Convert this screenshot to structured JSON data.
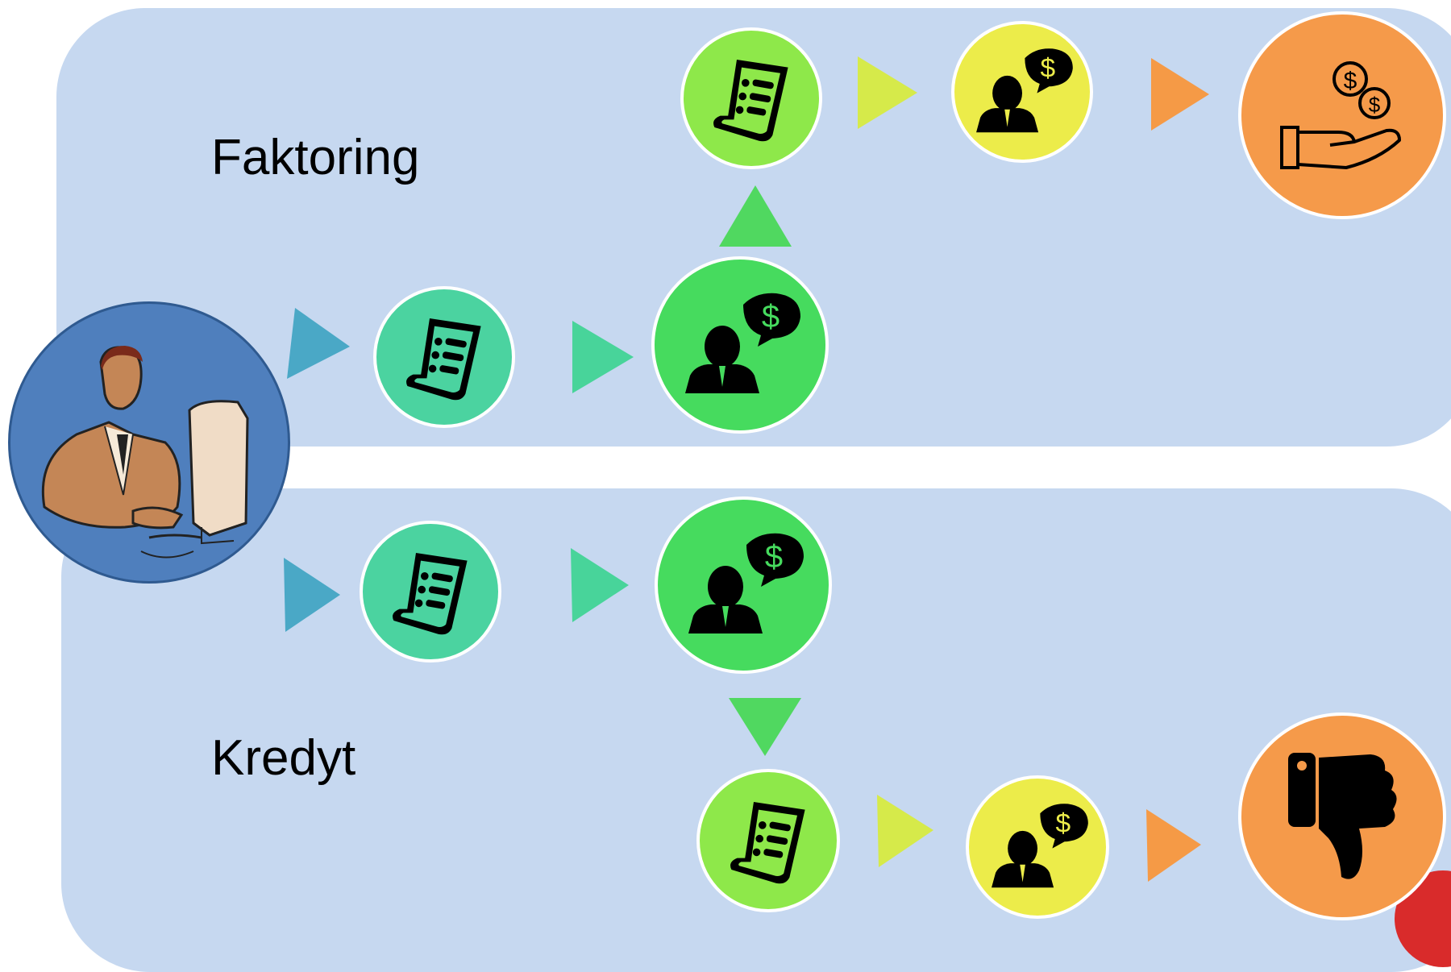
{
  "labels": {
    "top": "Faktoring",
    "bottom": "Kredyt"
  },
  "colors": {
    "panel": "#c6d8f0",
    "teal": "#4bd3a0",
    "green": "#46db5e",
    "lime": "#8ee84a",
    "yellow": "#ecec4a",
    "orange": "#f59a4a",
    "arrow_blue": "#4aa8c6",
    "arrow_teal": "#48d49a",
    "arrow_green": "#50d860",
    "arrow_lime": "#d6ea4a",
    "arrow_orange": "#f59a46",
    "avatar": "#4f7fbd"
  },
  "flows": [
    {
      "name": "Faktoring",
      "steps": [
        "invoice-icon",
        "banker-dollar-icon",
        "invoice-icon",
        "banker-dollar-icon",
        "hand-coins-icon"
      ]
    },
    {
      "name": "Kredyt",
      "steps": [
        "invoice-icon",
        "banker-dollar-icon",
        "invoice-icon",
        "banker-dollar-icon",
        "thumbs-down-icon"
      ]
    }
  ]
}
